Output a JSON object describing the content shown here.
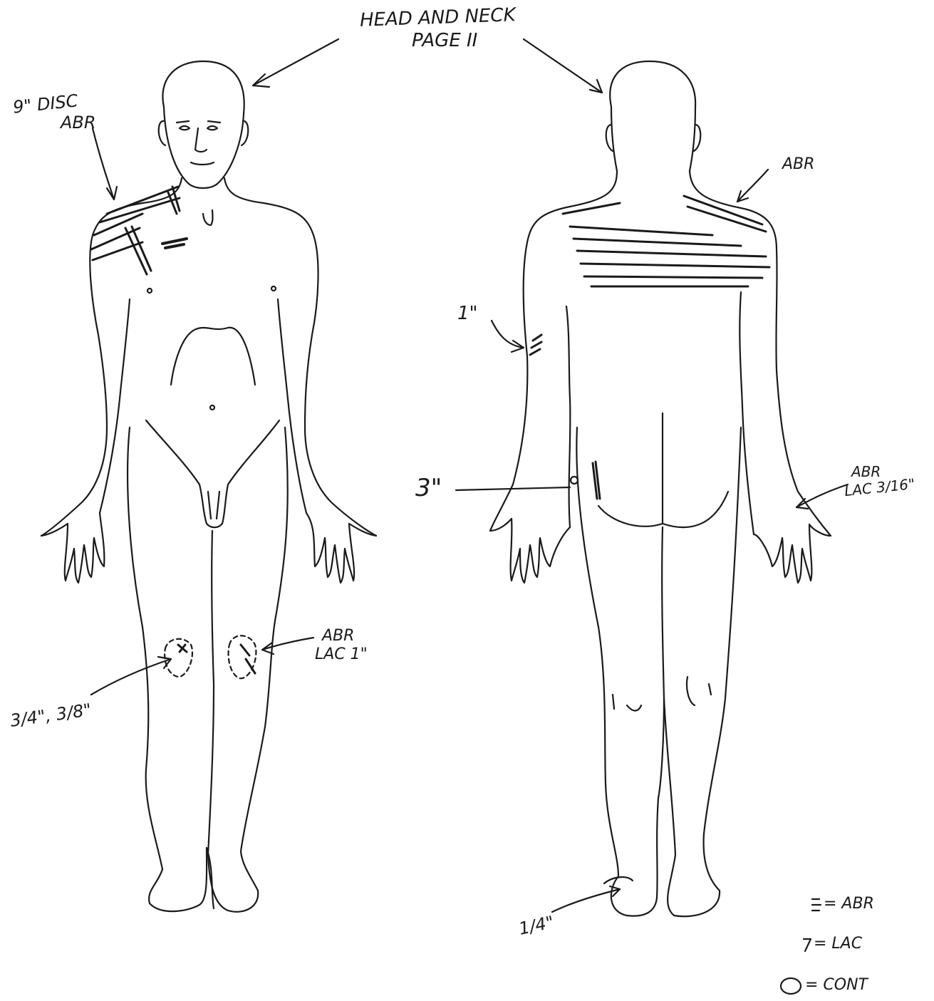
{
  "annotations": {
    "header_line1": "HEAD AND NECK",
    "header_line2": "PAGE II",
    "front_shoulder_size": "9\" DISC",
    "front_shoulder_type": "ABR",
    "front_knee_right_type": "ABR",
    "front_knee_right_size": "LAC 1\"",
    "front_knee_left_sizes": "3/4\", 3/8\"",
    "back_shoulder_type": "ABR",
    "back_arm_size": "1\"",
    "back_hip_size": "3\"",
    "back_hand_type": "ABR",
    "back_hand_size": "LAC 3/16\"",
    "back_heel_size": "1/4\""
  },
  "legend": {
    "abr": "= ABR",
    "lac": "= LAC",
    "cont": "= CONT"
  },
  "colors": {
    "ink": "#1a1a1a",
    "paper": "#ffffff"
  }
}
